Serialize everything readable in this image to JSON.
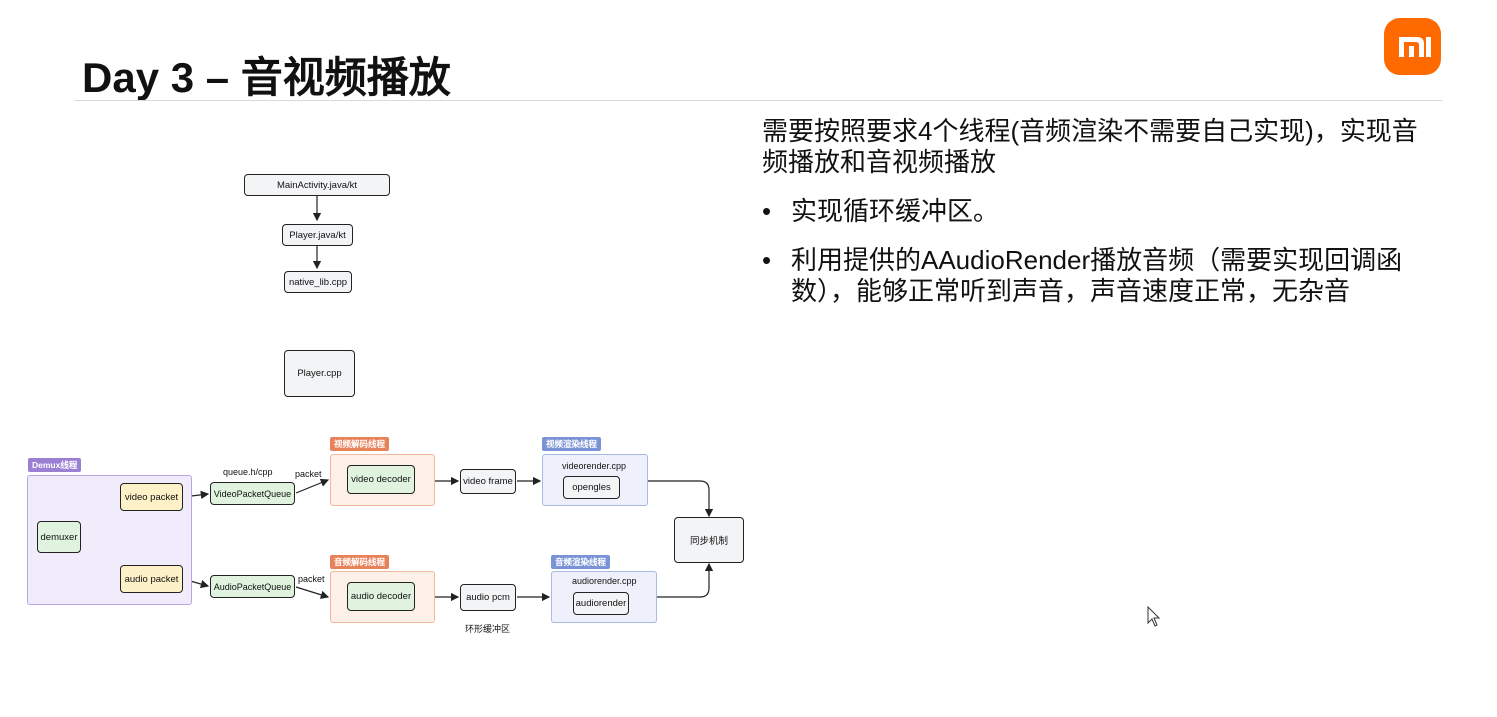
{
  "slide": {
    "title": "Day 3 – 音视频播放",
    "logo_text": "mi",
    "accent_color": "#ff6a00"
  },
  "content": {
    "intro": "需要按照要求4个线程(音频渲染不需要自己实现)，实现音频播放和音视频播放",
    "bullets": [
      "实现循环缓冲区。",
      "利用提供的AAudioRender播放音频（需要实现回调函数），能够正常听到声音，声音速度正常，无杂音"
    ],
    "bullet_symbol": "•"
  },
  "diagram": {
    "top_chain": [
      "MainActivity.java/kt",
      "Player.java/kt",
      "native_lib.cpp"
    ],
    "player_cpp": "Player.cpp",
    "groups": {
      "demux": "Demux线程",
      "video_decode": "视频解码线程",
      "video_render": "视频渲染线程",
      "audio_decode": "音频解码线程",
      "audio_render": "音频渲染线程"
    },
    "nodes": {
      "demuxer": "demuxer",
      "video_packet": "video packet",
      "audio_packet": "audio packet",
      "video_packet_queue": "VideoPacketQueue",
      "audio_packet_queue": "AudioPacketQueue",
      "video_decoder": "video decoder",
      "audio_decoder": "audio decoder",
      "video_frame": "video frame",
      "audio_pcm": "audio pcm",
      "videorender_cpp": "videorender.cpp",
      "opengles": "opengles",
      "audiorender_cpp": "audiorender.cpp",
      "audiorender": "audiorender",
      "sync": "同步机制"
    },
    "labels": {
      "queue_file": "queue.h/cpp",
      "packet_video": "packet",
      "packet_audio": "packet",
      "ring_buffer": "环形缓冲区"
    },
    "colors": {
      "demux_tag": "#9b7fd4",
      "decode_tag": "#e8825a",
      "render_tag": "#7a93d6",
      "packet_fill": "#fdf1c7",
      "queue_fill": "#dff3df",
      "decode_group": "#fdf0e8",
      "render_group": "#eef1fb",
      "demux_group": "#f1ecfb"
    }
  }
}
